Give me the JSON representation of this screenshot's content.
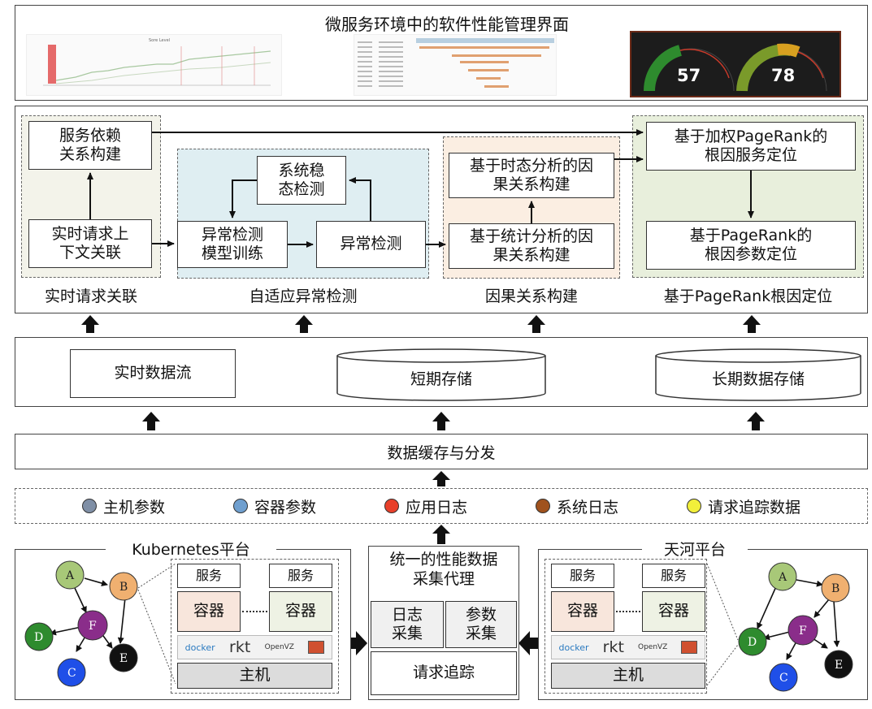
{
  "top": {
    "title": "微服务环境中的软件性能管理界面",
    "gauges": [
      "57",
      "78"
    ],
    "thumb_chart_title": "Sore Level"
  },
  "analysis": {
    "dep_build": "服务依赖\n关系构建",
    "req_ctx": "实时请求上\n下文关联",
    "stable_detect": "系统稳\n态检测",
    "model_train": "异常检测\n模型训练",
    "anomaly_detect": "异常检测",
    "temporal_causal": "基于时态分析的因\n果关系构建",
    "stat_causal": "基于统计分析的因\n果关系构建",
    "weighted_pr": "基于加权PageRank的\n根因服务定位",
    "pr_param": "基于PageRank的\n根因参数定位",
    "labels": [
      "实时请求关联",
      "自适应异常检测",
      "因果关系构建",
      "基于PageRank根因定位"
    ]
  },
  "storage": {
    "stream": "实时数据流",
    "short": "短期存储",
    "long": "长期数据存储"
  },
  "cache": "数据缓存与分发",
  "legend": [
    {
      "label": "主机参数",
      "color": "#7f8fa6"
    },
    {
      "label": "容器参数",
      "color": "#6f9fcf"
    },
    {
      "label": "应用日志",
      "color": "#e8402a"
    },
    {
      "label": "系统日志",
      "color": "#a0521d"
    },
    {
      "label": "请求追踪数据",
      "color": "#f2ef3a"
    }
  ],
  "left_platform": {
    "title": "Kubernetes平台",
    "service": "服务",
    "container": "容器",
    "host": "主机",
    "logos": [
      "docker",
      "rkt",
      "OpenVZ"
    ],
    "nodes": [
      "A",
      "B",
      "F",
      "D",
      "E",
      "C"
    ]
  },
  "agent": {
    "title": "统一的性能数据\n采集代理",
    "log": "日志\n采集",
    "param": "参数\n采集",
    "trace": "请求追踪"
  },
  "right_platform": {
    "title": "天河平台",
    "service": "服务",
    "container": "容器",
    "host": "主机",
    "logos": [
      "docker",
      "rkt",
      "OpenVZ"
    ],
    "nodes": [
      "A",
      "B",
      "F",
      "D",
      "E",
      "C"
    ]
  }
}
